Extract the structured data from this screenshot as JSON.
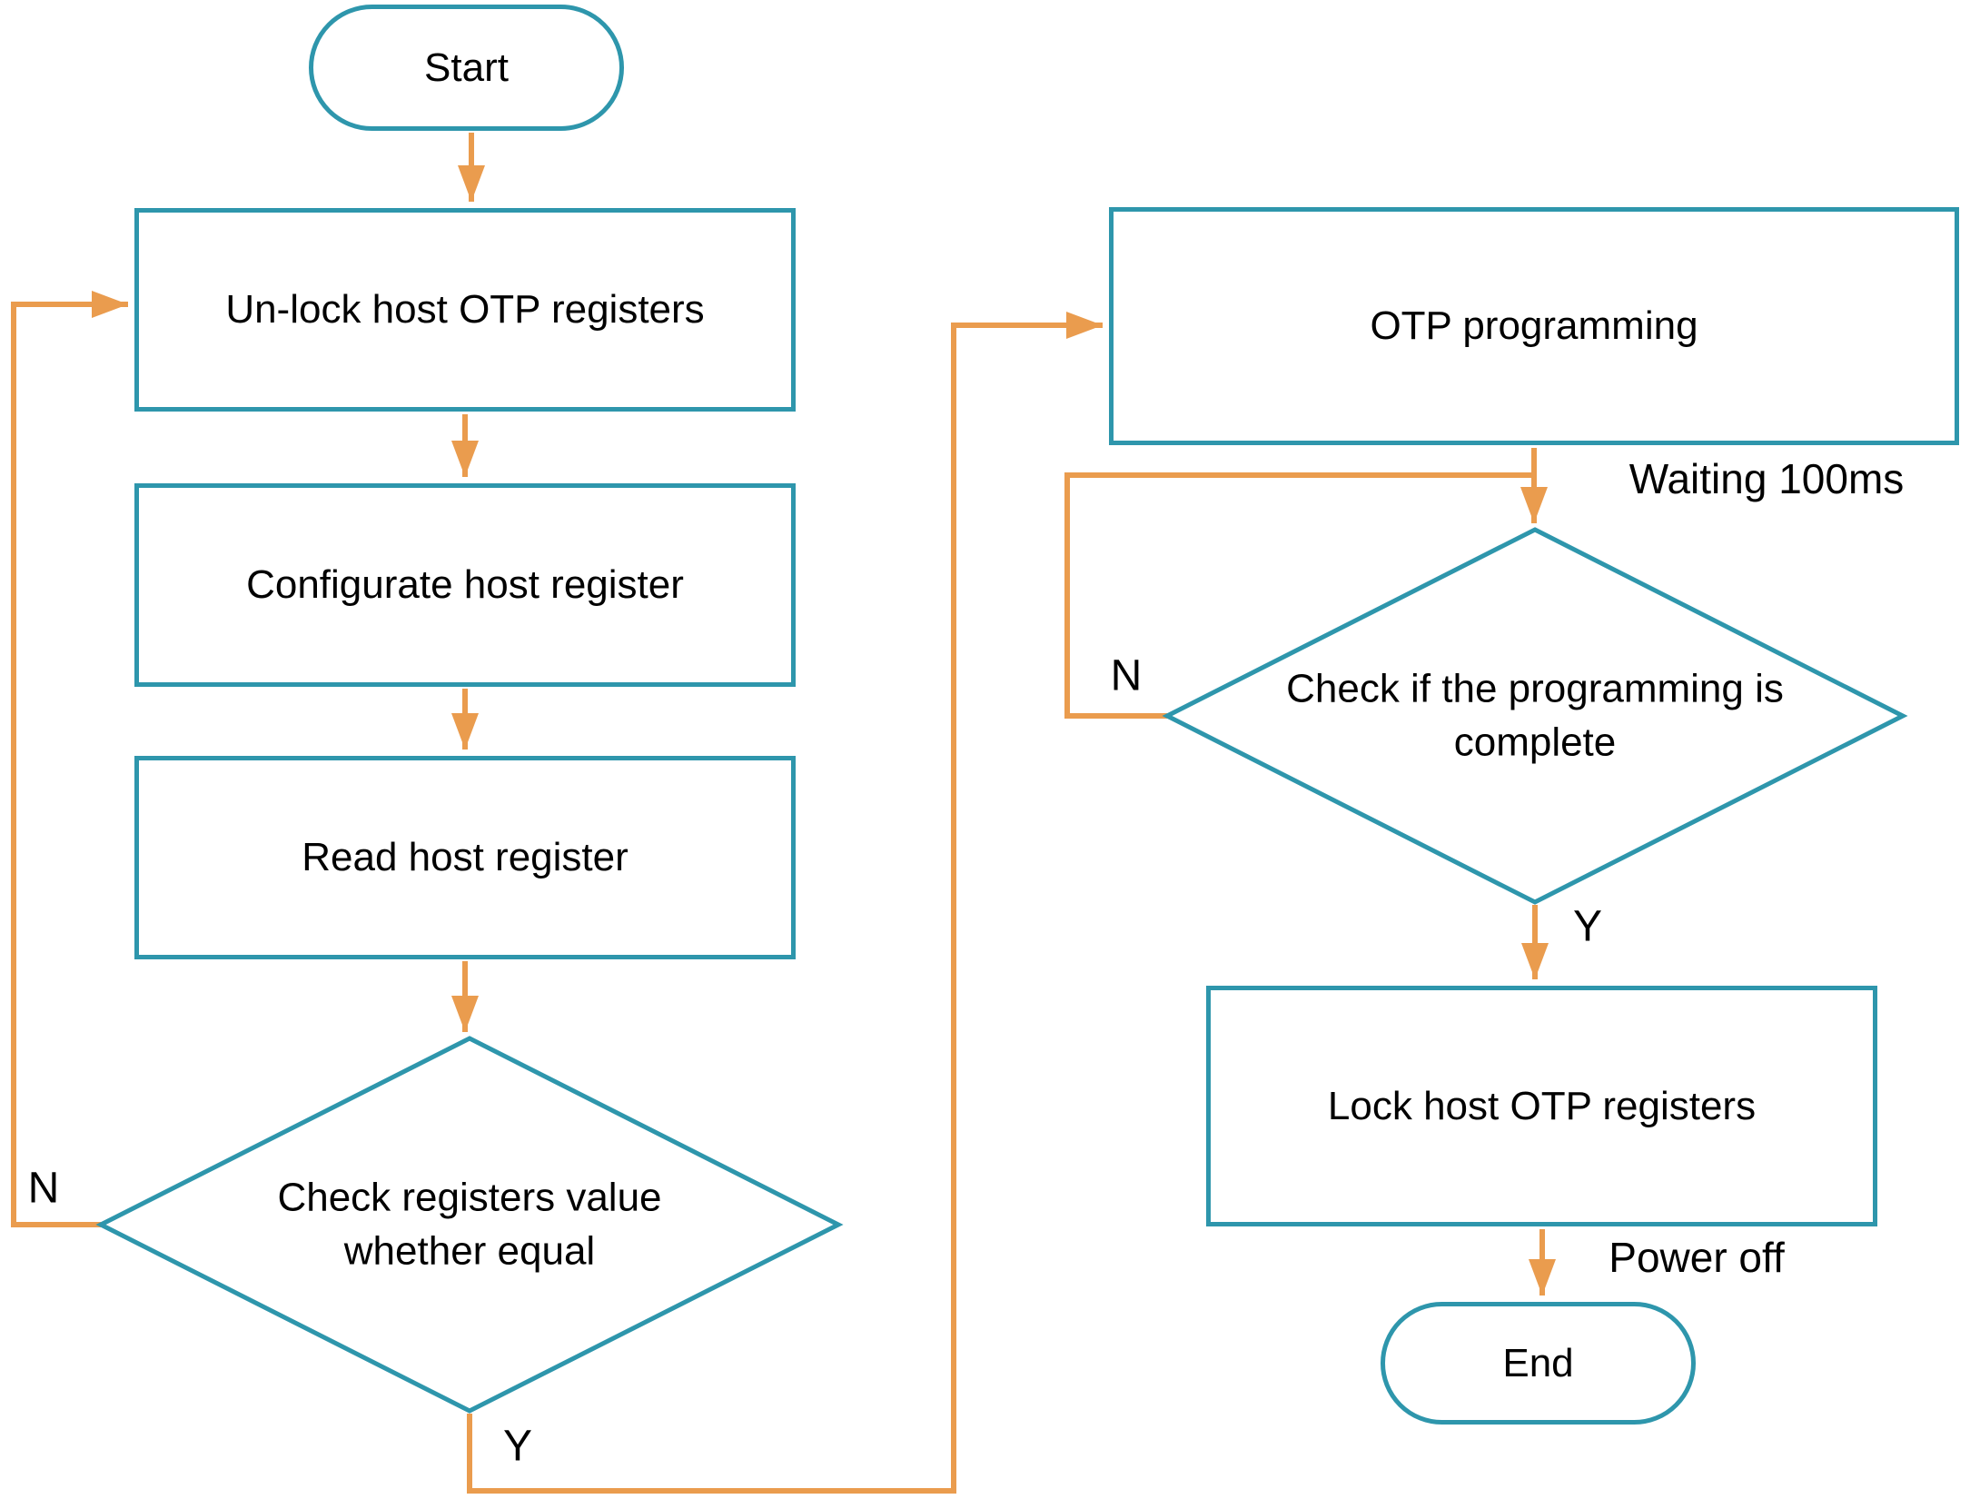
{
  "diagram": {
    "type": "flowchart",
    "colors": {
      "node_stroke": "#2E96AC",
      "arrow": "#EA9C4E",
      "text": "#000000",
      "background": "#FFFFFF"
    },
    "nodes": {
      "start": {
        "label": "Start",
        "shape": "stadium"
      },
      "unlock": {
        "label": "Un-lock host OTP registers",
        "shape": "rect"
      },
      "configurate": {
        "label": "Configurate host register",
        "shape": "rect"
      },
      "read": {
        "label": "Read host register",
        "shape": "rect"
      },
      "check_equal": {
        "label": "Check registers value whether equal",
        "shape": "diamond"
      },
      "otp_programming": {
        "label": "OTP programming",
        "shape": "rect"
      },
      "check_complete": {
        "label": "Check if the programming is complete",
        "shape": "diamond"
      },
      "lock": {
        "label": "Lock host OTP registers",
        "shape": "rect"
      },
      "end": {
        "label": "End",
        "shape": "stadium"
      }
    },
    "edge_labels": {
      "check_equal_no": "N",
      "check_equal_yes": "Y",
      "check_complete_no": "N",
      "check_complete_yes": "Y",
      "waiting": "Waiting 100ms",
      "power_off": "Power off"
    }
  }
}
